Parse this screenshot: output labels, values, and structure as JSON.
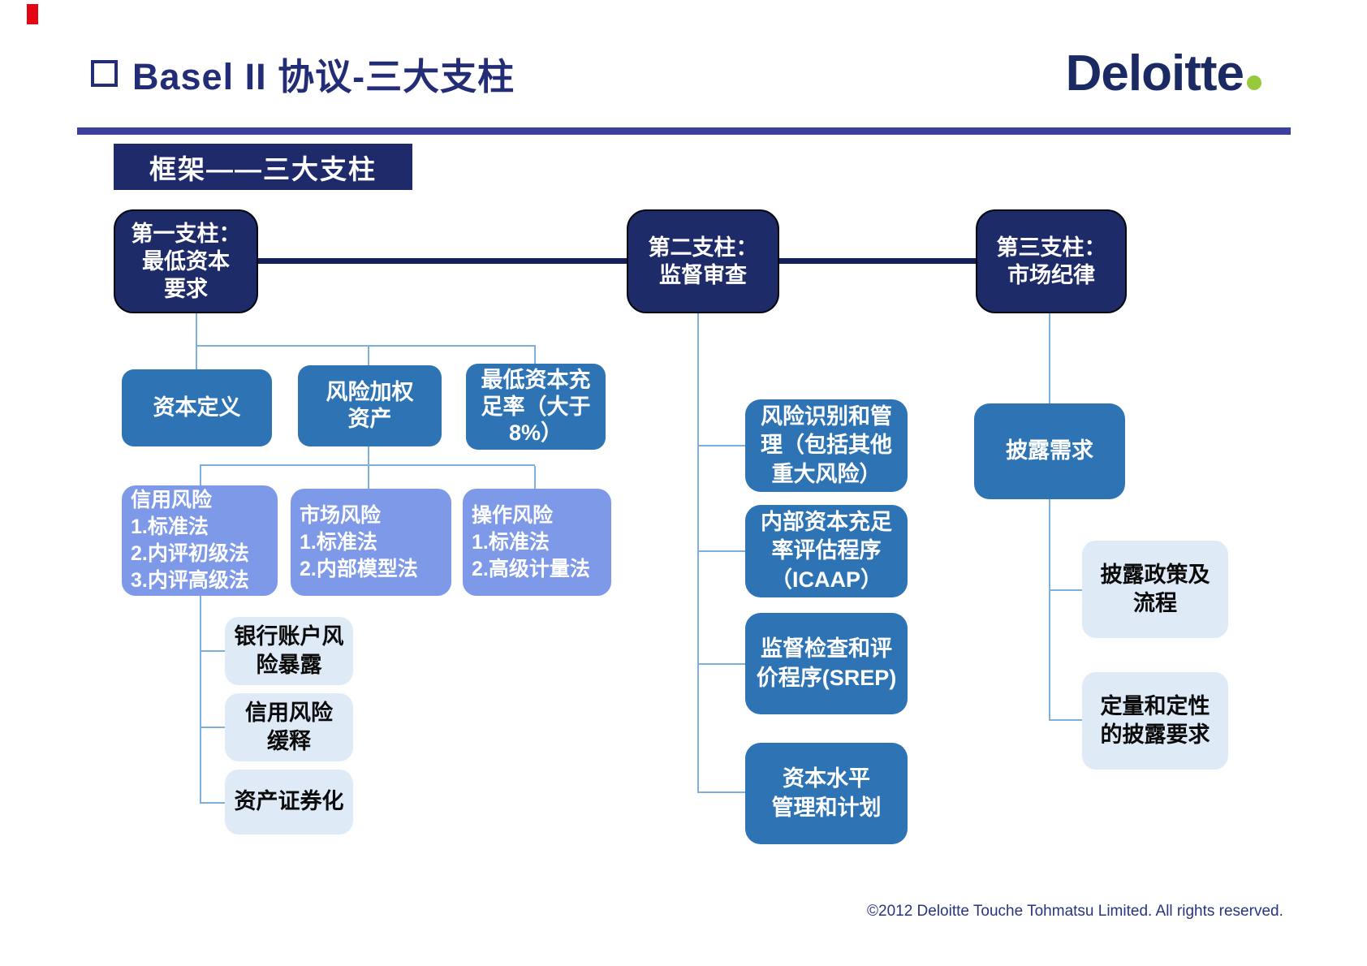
{
  "header": {
    "title": "Basel II 协议-三大支柱",
    "logo_text": "Deloitte",
    "banner": "框架——三大支柱"
  },
  "pillars": {
    "p1": "第一支柱：\n最低资本\n要求",
    "p2": "第二支柱：\n监督审查",
    "p3": "第三支柱：\n市场纪律"
  },
  "pillar1": {
    "level2": [
      {
        "label": "资本定义"
      },
      {
        "label": "风险加权\n资产"
      },
      {
        "label": "最低资本充\n足率（大于\n8%）"
      }
    ],
    "level3": [
      {
        "label": "信用风险\n1.标准法\n2.内评初级法\n3.内评高级法"
      },
      {
        "label": "市场风险\n1.标准法\n2.内部模型法"
      },
      {
        "label": "操作风险\n1.标准法\n2.高级计量法"
      }
    ],
    "level4": [
      {
        "label": "银行账户风\n险暴露"
      },
      {
        "label": "信用风险\n缓释"
      },
      {
        "label": "资产证券化"
      }
    ]
  },
  "pillar2": {
    "items": [
      {
        "label": "风险识别和管\n理（包括其他\n重大风险）"
      },
      {
        "label": "内部资本充足\n率评估程序\n（ICAAP）"
      },
      {
        "label": "监督检查和评\n价程序(SREP)"
      },
      {
        "label": "资本水平\n管理和计划"
      }
    ]
  },
  "pillar3": {
    "main": "披露需求",
    "items": [
      {
        "label": "披露政策及\n流程"
      },
      {
        "label": "定量和定性\n的披露要求"
      }
    ]
  },
  "footer": "©2012 Deloitte Touche Tohmatsu Limited. All rights reserved.",
  "colors": {
    "navy": "#1e2b69",
    "mid_blue": "#2e74b5",
    "periwinkle": "#7d99e8",
    "light_blue": "#deebf7",
    "accent_green": "#97c93d",
    "divider": "#3b3f9e",
    "red_marker": "#e30613"
  }
}
